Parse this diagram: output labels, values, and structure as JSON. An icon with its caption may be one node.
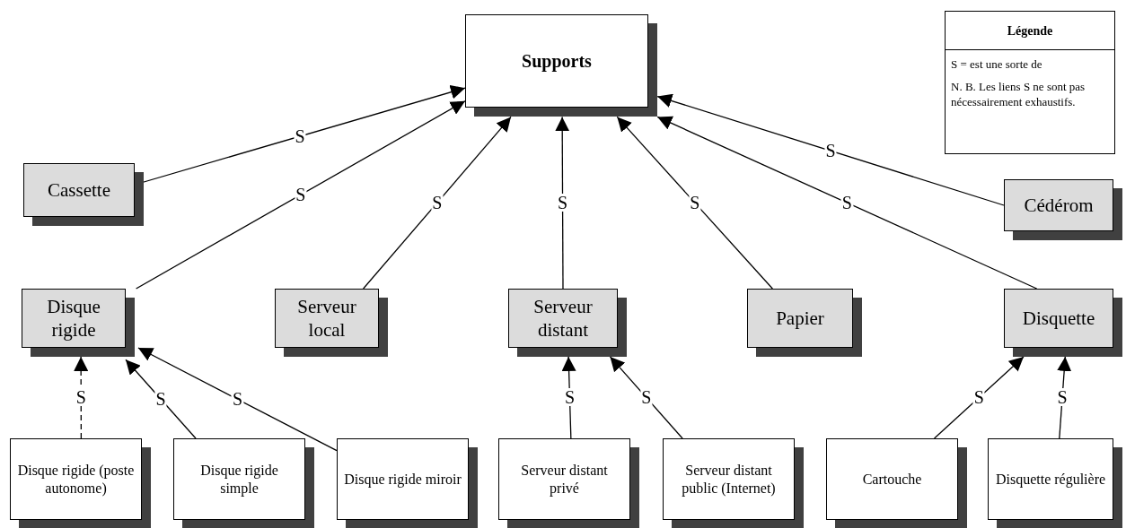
{
  "diagram": {
    "nodes": [
      {
        "text": [
          "Supports"
        ]
      },
      {
        "text": [
          "Légende",
          "S = est une sorte de",
          "N. B. Les liens S ne sont pas nécessairement exhaustifs."
        ]
      },
      {
        "text": [
          "Cassette"
        ]
      },
      {
        "text": [
          "Cédérom"
        ]
      },
      {
        "text": [
          "Disque rigide"
        ]
      },
      {
        "text": [
          "Serveur local"
        ]
      },
      {
        "text": [
          "Serveur distant"
        ]
      },
      {
        "text": [
          "Papier"
        ]
      },
      {
        "text": [
          "Disquette"
        ]
      },
      {
        "text": [
          "Disque rigide (poste autonome)"
        ]
      },
      {
        "text": [
          "Disque rigide simple"
        ]
      },
      {
        "text": [
          "Disque rigide miroir"
        ]
      },
      {
        "text": [
          "Serveur distant privé"
        ]
      },
      {
        "text": [
          "Serveur distant public (Internet)"
        ]
      },
      {
        "text": [
          "Cartouche"
        ]
      },
      {
        "text": [
          "Disquette régulière"
        ]
      }
    ],
    "edges": [
      {
        "from": 2,
        "to": 0,
        "arrow": "to",
        "label": "S"
      },
      {
        "from": 4,
        "to": 0,
        "arrow": "to",
        "label": "S"
      },
      {
        "from": 5,
        "to": 0,
        "arrow": "to",
        "label": "S"
      },
      {
        "from": 6,
        "to": 0,
        "arrow": "to",
        "label": "S"
      },
      {
        "from": 7,
        "to": 0,
        "arrow": "to",
        "label": "S"
      },
      {
        "from": 8,
        "to": 0,
        "arrow": "to",
        "label": "S"
      },
      {
        "from": 3,
        "to": 0,
        "arrow": "to",
        "label": "S"
      },
      {
        "from": 9,
        "to": 4,
        "arrow": "to",
        "label": "S",
        "style": "dashed"
      },
      {
        "from": 10,
        "to": 4,
        "arrow": "to",
        "label": "S"
      },
      {
        "from": 11,
        "to": 4,
        "arrow": "to",
        "label": "S"
      },
      {
        "from": 12,
        "to": 6,
        "arrow": "to",
        "label": "S"
      },
      {
        "from": 13,
        "to": 6,
        "arrow": "to",
        "label": "S"
      },
      {
        "from": 14,
        "to": 8,
        "arrow": "to",
        "label": "S"
      },
      {
        "from": 15,
        "to": 8,
        "arrow": "to",
        "label": "S"
      }
    ]
  }
}
